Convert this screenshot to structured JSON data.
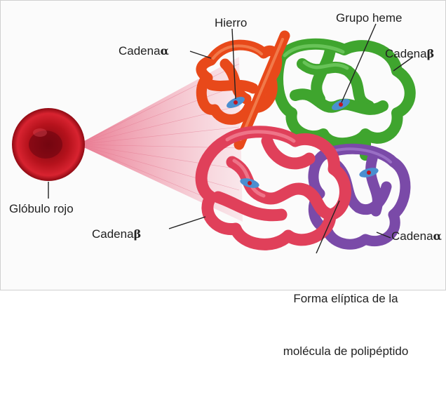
{
  "labels": {
    "hierro": "Hierro",
    "grupo_heme": "Grupo heme",
    "cadena_alpha_top": "Cadena",
    "cadena_alpha_top_symbol": "α",
    "cadena_beta_right": "Cadena",
    "cadena_beta_right_symbol": "β",
    "globulo_rojo": "Glóbulo rojo",
    "cadena_beta_bottom": "Cadena",
    "cadena_beta_bottom_symbol": "β",
    "cadena_alpha_bottom": "Cadena",
    "cadena_alpha_bottom_symbol": "α",
    "forma_eliptica_line1": "Forma elíptica de la",
    "forma_eliptica_line2": "molécula de polipéptido"
  },
  "colors": {
    "alpha_top_chain": "#e8491a",
    "beta_top_chain": "#3fa52e",
    "beta_bottom_chain": "#e0405a",
    "alpha_bottom_chain": "#7a4aa8",
    "red_blood_cell": "#c0141e",
    "heme_group": "#4a8fd0",
    "light_cone": "#f3b3c0"
  }
}
